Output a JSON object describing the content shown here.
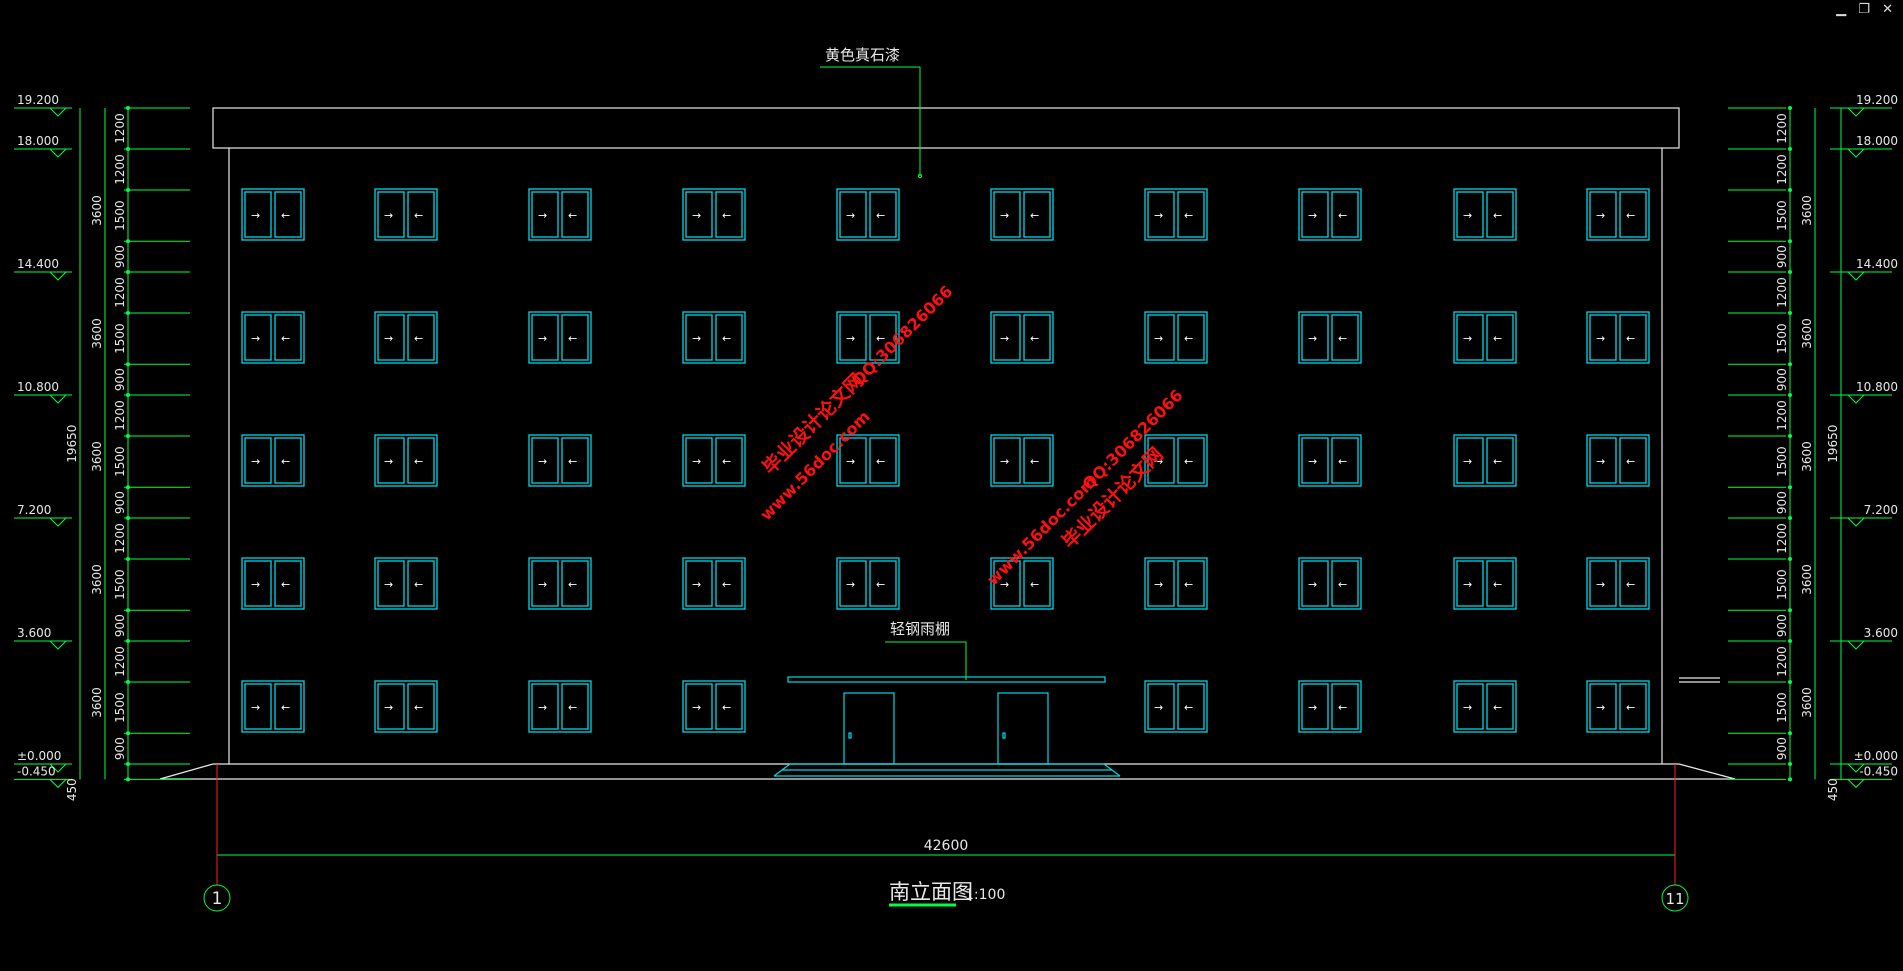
{
  "window_controls": {
    "minimize": "▁",
    "restore": "❐",
    "close": "✕"
  },
  "colors": {
    "background": "#000000",
    "dim_line": "#00ff40",
    "building_line": "#e8e8e8",
    "window_frame": "#00d8e8",
    "door": "#00d8e8",
    "axis_red": "#ff2020",
    "watermark": "#ff1010"
  },
  "drawing": {
    "title": "南立面图",
    "scale": "1:100",
    "overall_width": "42600",
    "axis_left": "1",
    "axis_right": "11",
    "overall_height_left": "19650",
    "overall_height_right": "19650",
    "note_finish": "黄色真石漆",
    "note_canopy": "轻钢雨棚"
  },
  "levels": [
    "19.200",
    "18.000",
    "14.400",
    "10.800",
    "7.200",
    "3.600",
    "±0.000",
    "-0.450"
  ],
  "segment_dims_left": [
    "1200",
    "1200",
    "1500",
    "900",
    "1200",
    "1500",
    "900",
    "1200",
    "1500",
    "900",
    "1200",
    "1500",
    "900",
    "1200",
    "1500",
    "900",
    "450"
  ],
  "floor_dims_left": [
    "3600",
    "3600",
    "3600",
    "3600",
    "3600"
  ],
  "segment_dims_right": [
    "1200",
    "1200",
    "1500",
    "900",
    "1200",
    "1500",
    "900",
    "1200",
    "1500",
    "900",
    "1200",
    "1500",
    "900",
    "1200",
    "1500",
    "900",
    "450"
  ],
  "floor_dims_right": [
    "3600",
    "3600",
    "3600",
    "3600",
    "3600"
  ],
  "window_arrows": {
    "left": "→",
    "right": "←"
  },
  "watermarks": [
    {
      "line1": "毕业设计论文网",
      "line2": "www.56doc.com",
      "line3": "QQ:306826066"
    },
    {
      "line1": "www.56doc.com",
      "line2": "QQ:306826066",
      "line3": "毕业设计论文网"
    }
  ]
}
